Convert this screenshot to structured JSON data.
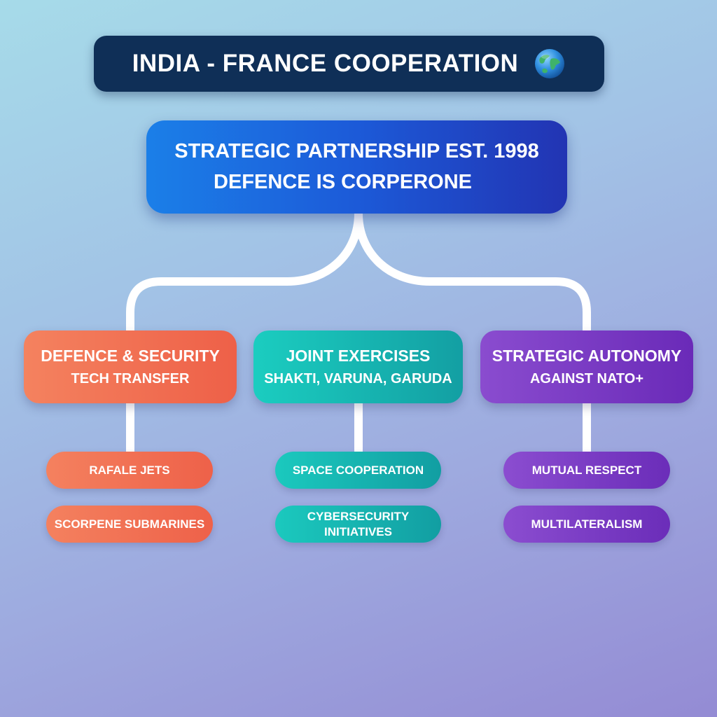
{
  "title": {
    "text": "INDIA - FRANCE COOPERATION",
    "icon": "globe-icon"
  },
  "main": {
    "line1": "STRATEGIC PARTNERSHIP EST. 1998",
    "line2": "DEFENCE IS CORPERONE"
  },
  "categories": [
    {
      "title": "DEFENCE & SECURITY",
      "subtitle": "TECH TRANSFER",
      "color": "#ef6a4f",
      "items": [
        "RAFALE JETS",
        "SCORPENE SUBMARINES"
      ]
    },
    {
      "title": "JOINT EXERCISES",
      "subtitle": "SHAKTI, VARUNA, GARUDA",
      "color": "#17b5b0",
      "items": [
        "SPACE COOPERATION",
        "CYBERSECURITY INITIATIVES"
      ],
      "item_lines": [
        "CYBERSECURITY",
        "INITIATIVES"
      ]
    },
    {
      "title": "STRATEGIC AUTONOMY",
      "subtitle": "AGAINST NATO+",
      "color": "#7a3cc4",
      "items": [
        "MUTUAL RESPECT",
        "MULTILATERALISM"
      ]
    }
  ],
  "colors": {
    "title_bar": "#0f2f57",
    "main_box": "#1c5ad8",
    "connector": "#ffffff"
  }
}
